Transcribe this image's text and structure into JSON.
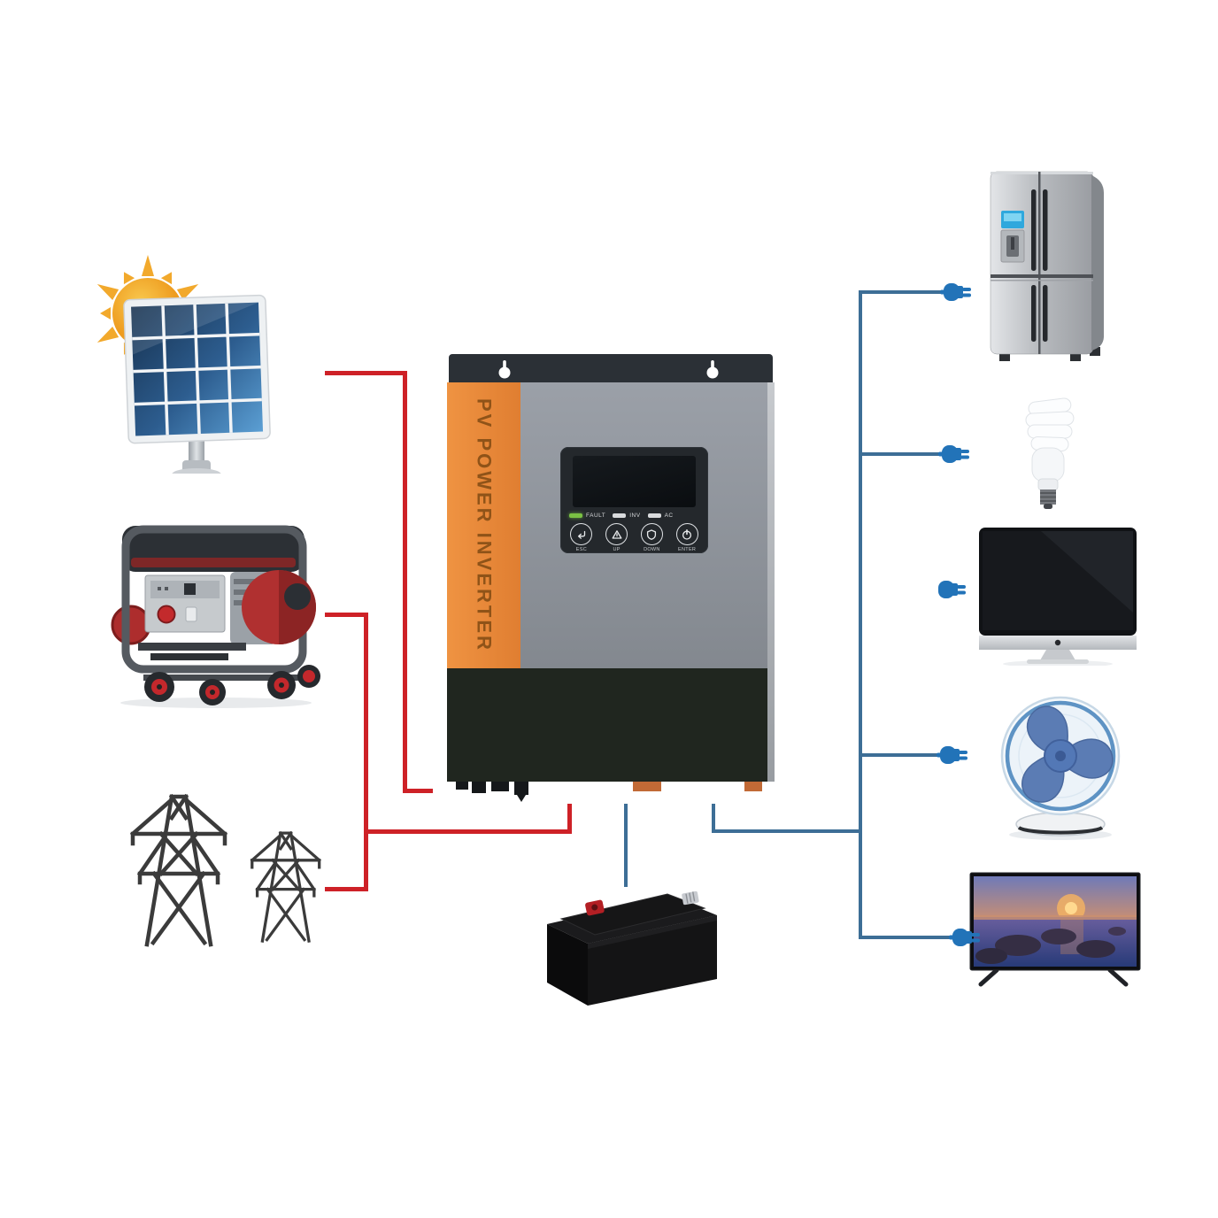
{
  "inverter": {
    "side_label": "PV POWER INVERTER",
    "leds": [
      {
        "label": "FAULT",
        "state": "on"
      },
      {
        "label": "INV",
        "state": "off"
      },
      {
        "label": "AC",
        "state": "off"
      }
    ],
    "buttons": [
      {
        "icon": "enter-icon",
        "label": "ESC"
      },
      {
        "icon": "alert-icon",
        "label": "UP"
      },
      {
        "icon": "shield-icon",
        "label": "DOWN"
      },
      {
        "icon": "power-icon",
        "label": "ENTER"
      }
    ]
  },
  "nodes": {
    "sources": [
      {
        "id": "solar-panel"
      },
      {
        "id": "generator"
      },
      {
        "id": "utility-grid"
      }
    ],
    "converter": {
      "id": "pv-power-inverter"
    },
    "storage": {
      "id": "battery"
    },
    "loads": [
      {
        "id": "refrigerator"
      },
      {
        "id": "cfl-bulb"
      },
      {
        "id": "computer-monitor"
      },
      {
        "id": "desk-fan"
      },
      {
        "id": "television"
      }
    ]
  },
  "colors": {
    "input_line_red": "#ce2127",
    "output_line_blue": "#3d6e96",
    "plug_blue": "#2273b8",
    "inverter_orange": "#e98a3c",
    "inverter_gray": "#8f939b",
    "inverter_dark": "#20261f",
    "background": "#ffffff"
  }
}
